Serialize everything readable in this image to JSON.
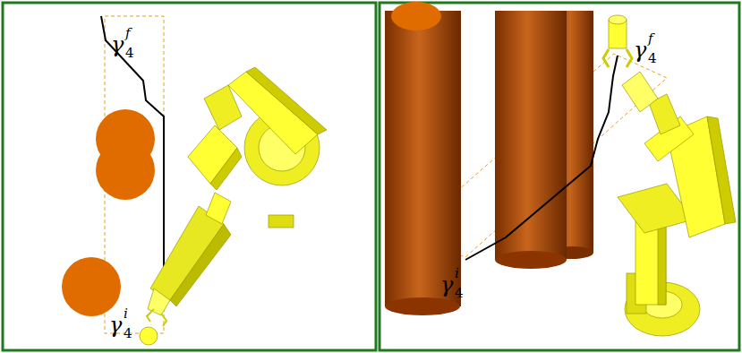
{
  "diagram": {
    "labels": [
      "γ",
      "f",
      "4",
      "γ",
      "i",
      "4",
      "γ",
      "f",
      "4",
      "γ",
      "i",
      "4"
    ]
  }
}
